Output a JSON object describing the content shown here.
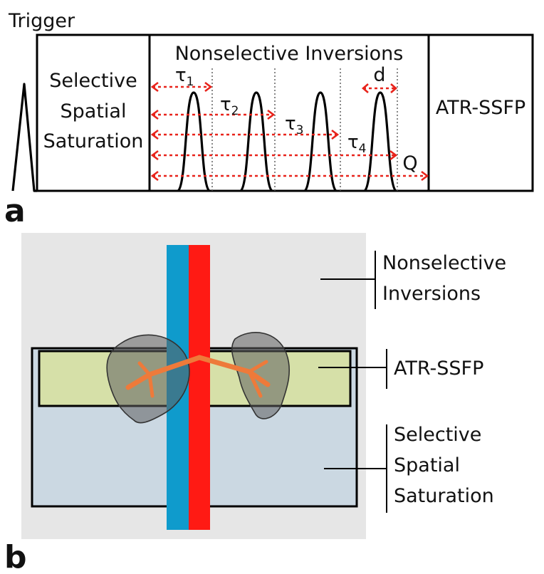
{
  "panel_a": {
    "panel_label": "a",
    "trigger_label": "Trigger",
    "selective_label": [
      "Selective",
      "Spatial",
      "Saturation"
    ],
    "nonselective_label": "Nonselective Inversions",
    "readout_label": "ATR-SSFP",
    "d_label": "d",
    "q_label": "Q",
    "tau_symbol": "τ",
    "tau_subscripts": [
      "1",
      "2",
      "3",
      "4"
    ]
  },
  "panel_b": {
    "panel_label": "b",
    "nonselective_label": [
      "Nonselective",
      "Inversions"
    ],
    "readout_label": "ATR-SSFP",
    "selective_label": [
      "Selective",
      "Spatial",
      "Saturation"
    ]
  },
  "colors": {
    "arrow_red": "#e8231b",
    "background_gray": "#e6e6e6",
    "readout_slab": "#d6e0a8",
    "saturation_slab": "#cbd8e2",
    "vein_blue": "#0f9bcc",
    "artery_red": "#ff1a14",
    "vessel_orange": "#ee7a3a"
  }
}
